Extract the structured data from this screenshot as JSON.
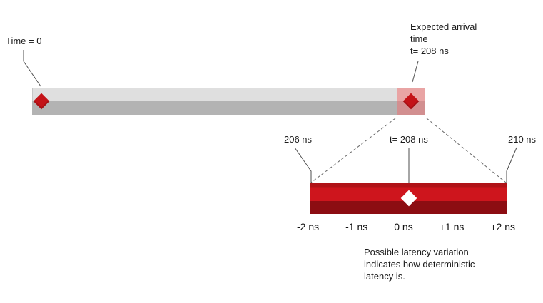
{
  "diagram": {
    "origin": {
      "label": "Time = 0"
    },
    "expected": {
      "lines": [
        "Expected arrival",
        "time",
        "t= 208 ns"
      ]
    },
    "zoom": {
      "left_label": "206 ns",
      "center_label": "t= 208 ns",
      "right_label": "210 ns",
      "ticks": [
        "-2 ns",
        "-1 ns",
        "0 ns",
        "+1 ns",
        "+2 ns"
      ],
      "caption_lines": [
        "Possible latency variation",
        "indicates how deterministic",
        "latency is."
      ]
    }
  },
  "icons": {
    "origin_marker": "red-diamond",
    "expected_marker": "red-diamond",
    "zoom_marker": "white-diamond"
  },
  "colors": {
    "red_bright": "#ce151d",
    "red_dark": "#8c0d12",
    "marker_red": "#c41318",
    "gray_light": "#dfdfdf",
    "gray_dark": "#b3b3b3",
    "pink_top": "#e9a4a4",
    "pink_bottom": "#d28f90",
    "line": "#4d4d4d",
    "text": "#1a1a1a"
  }
}
